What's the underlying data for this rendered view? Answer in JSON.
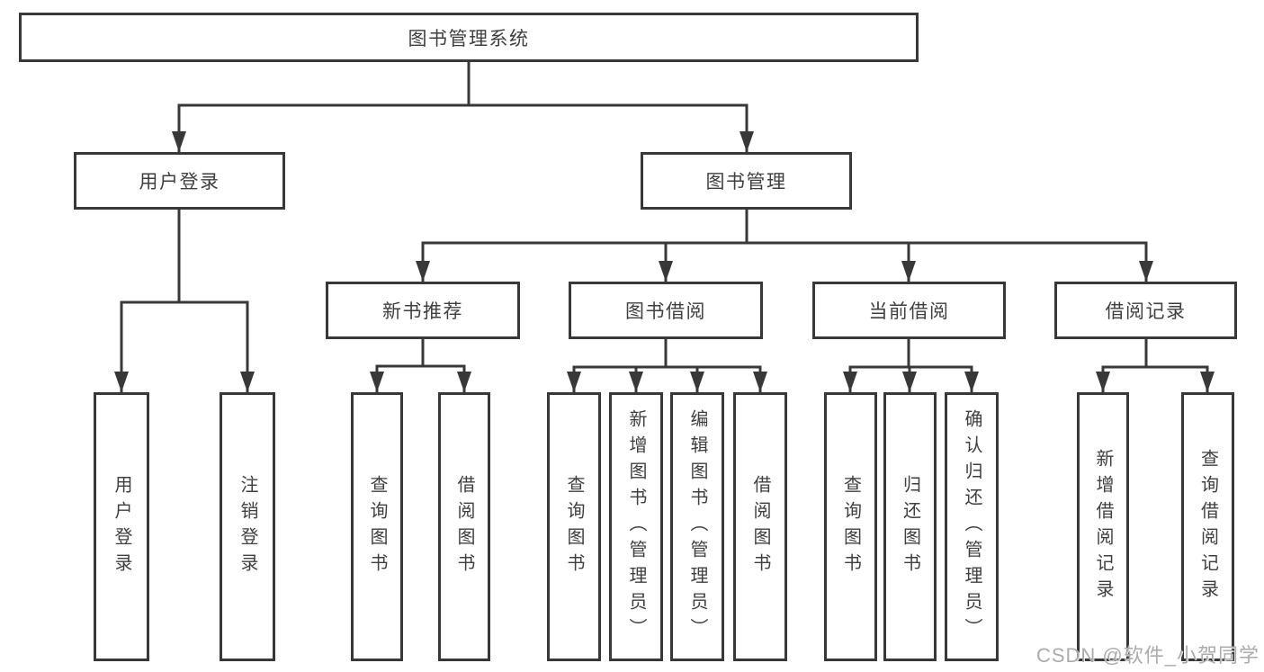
{
  "diagram": {
    "root": {
      "label": "图书管理系统"
    },
    "level2": [
      {
        "label": "用户登录"
      },
      {
        "label": "图书管理"
      }
    ],
    "level3": [
      {
        "label": "新书推荐"
      },
      {
        "label": "图书借阅"
      },
      {
        "label": "当前借阅"
      },
      {
        "label": "借阅记录"
      }
    ],
    "leaves": [
      {
        "label": "用户登录"
      },
      {
        "label": "注销登录"
      },
      {
        "label": "查询图书"
      },
      {
        "label": "借阅图书"
      },
      {
        "label": "查询图书"
      },
      {
        "label": "新增图书（管理员）"
      },
      {
        "label": "编辑图书（管理员）"
      },
      {
        "label": "借阅图书"
      },
      {
        "label": "查询图书"
      },
      {
        "label": "归还图书"
      },
      {
        "label": "确认归还（管理员）"
      },
      {
        "label": "新增借阅记录"
      },
      {
        "label": "查询借阅记录"
      }
    ]
  },
  "watermark": {
    "text": "CSDN @软件_小贺同学"
  },
  "colors": {
    "line": "#383838",
    "text": "#3f3f3f",
    "watermark": "#ababab",
    "background": "#ffffff"
  }
}
